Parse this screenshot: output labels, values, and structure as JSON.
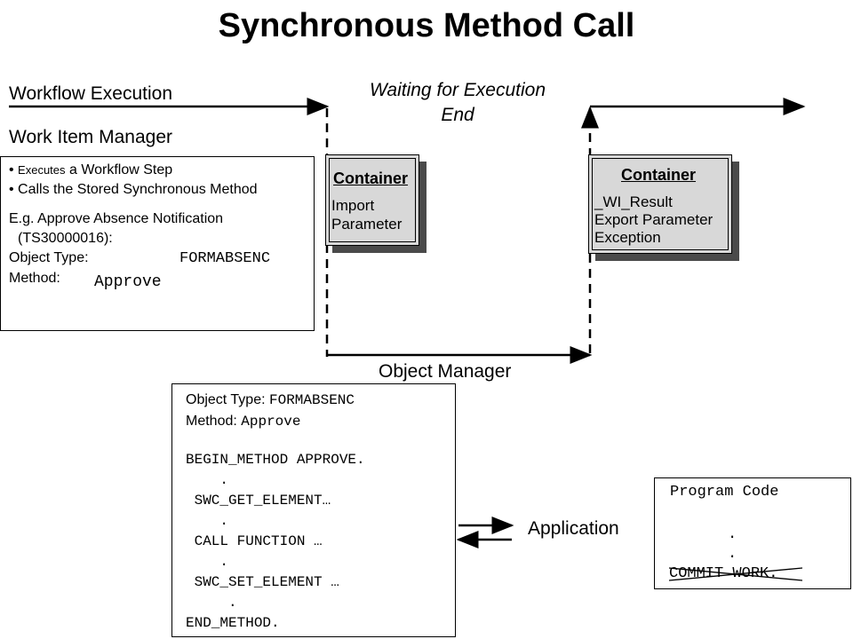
{
  "title": "Synchronous Method Call",
  "labels": {
    "workflow_execution": "Workflow Execution",
    "work_item_manager": "Work Item Manager",
    "waiting_line1": "Waiting for Execution",
    "waiting_line2": "End",
    "object_manager": "Object Manager",
    "application": "Application"
  },
  "work_item_box": {
    "bullet1_small": "Executes",
    "bullet1_rest": " a Workflow Step",
    "bullet2": "Calls the Stored Synchronous Method",
    "example_line1": "E.g. Approve Absence Notification",
    "example_line2": "(TS30000016):",
    "object_type_label": "Object Type:",
    "object_type_value": "FORMABSENC",
    "method_label": "Method:",
    "method_value": "Approve"
  },
  "container_left": {
    "title": "Container",
    "line1": "Import",
    "line2": "Parameter"
  },
  "container_right": {
    "title": "Container",
    "line1": "_WI_Result",
    "line2": "Export Parameter",
    "line3": "Exception"
  },
  "object_manager_box": {
    "object_type_label": "Object Type: ",
    "object_type_value": "FORMABSENC",
    "method_label": "Method: ",
    "method_value": "Approve",
    "code": [
      "BEGIN_METHOD APPROVE.",
      "    .",
      " SWC_GET_ELEMENT…",
      "    .",
      " CALL FUNCTION …",
      "    .",
      " SWC_SET_ELEMENT …",
      "     .",
      "END_METHOD."
    ]
  },
  "program_box": {
    "line1": "Program Code",
    "dot1": ".",
    "dot2": ".",
    "commit_struck": "COMMIT WORK",
    "commit_end": "."
  }
}
